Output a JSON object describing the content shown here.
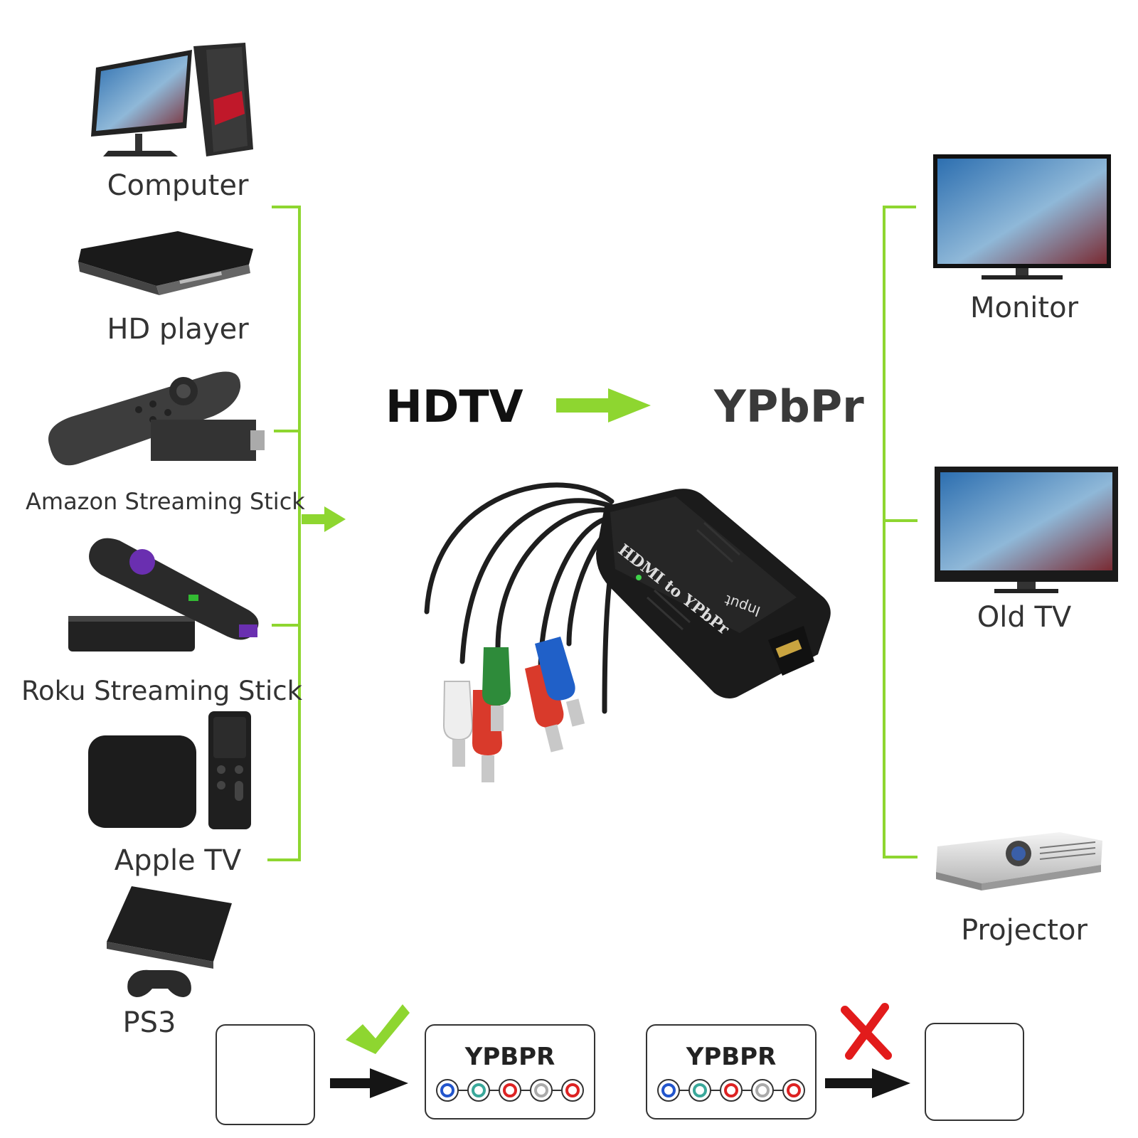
{
  "header": {
    "input_label": "HDTV",
    "output_label": "YPbPr",
    "arrow_color": "#8ed630"
  },
  "sources": [
    {
      "label": "Computer",
      "icon": "computer-icon"
    },
    {
      "label": "HD player",
      "icon": "hd-player-icon"
    },
    {
      "label": "Amazon Streaming Stick",
      "icon": "amazon-stick-icon"
    },
    {
      "label": "Roku Streaming Stick",
      "icon": "roku-stick-icon"
    },
    {
      "label": "Apple TV",
      "icon": "apple-tv-icon"
    },
    {
      "label": "PS3",
      "icon": "ps3-icon"
    }
  ],
  "displays": [
    {
      "label": "Monitor",
      "icon": "monitor-icon"
    },
    {
      "label": "Old TV",
      "icon": "old-tv-icon"
    },
    {
      "label": "Projector",
      "icon": "projector-icon"
    }
  ],
  "adapter": {
    "body_text": "HDMI to YPbPr",
    "port_text": "Input",
    "cable_colors": [
      "#f2f2f2",
      "#d93a2b",
      "#2e8b3a",
      "#d93a2b",
      "#2060c8"
    ]
  },
  "compatibility": {
    "port_title_left": "YPBPR",
    "port_title_right": "YPBPR",
    "dot_colors": [
      "#2255cc",
      "#3aa89a",
      "#dd2222",
      "#aaaaaa",
      "#dd2222"
    ],
    "supported_mark": "check-icon",
    "unsupported_mark": "cross-icon",
    "check_color": "#8ed630",
    "cross_color": "#e21b1b"
  },
  "bracket_color": "#8ed630"
}
